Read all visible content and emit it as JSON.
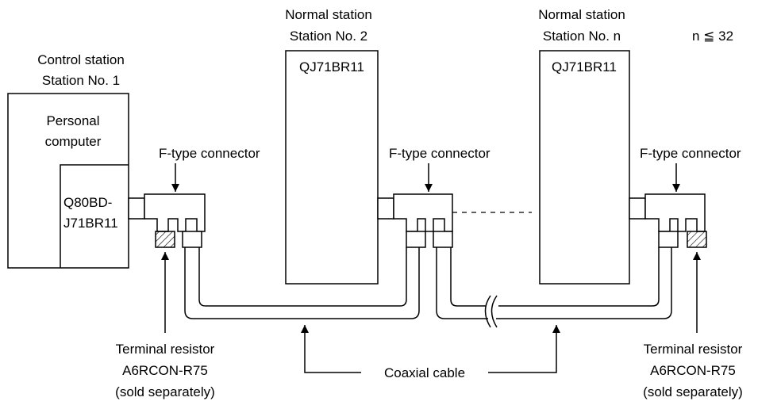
{
  "control_station": {
    "title": "Control station",
    "number": "Station No. 1",
    "pc_label_1": "Personal",
    "pc_label_2": "computer",
    "board_label_1": "Q80BD-",
    "board_label_2": "J71BR11"
  },
  "normal_station_2": {
    "title": "Normal station",
    "number": "Station No. 2",
    "module": "QJ71BR11"
  },
  "normal_station_n": {
    "title": "Normal station",
    "number": "Station No. n",
    "module": "QJ71BR11"
  },
  "limit_note": "n ≦ 32",
  "connector_label": "F-type connector",
  "cable_label": "Coaxial cable",
  "terminal_resistor": {
    "line1": "Terminal resistor",
    "line2": "A6RCON-R75",
    "line3": "(sold separately)"
  }
}
